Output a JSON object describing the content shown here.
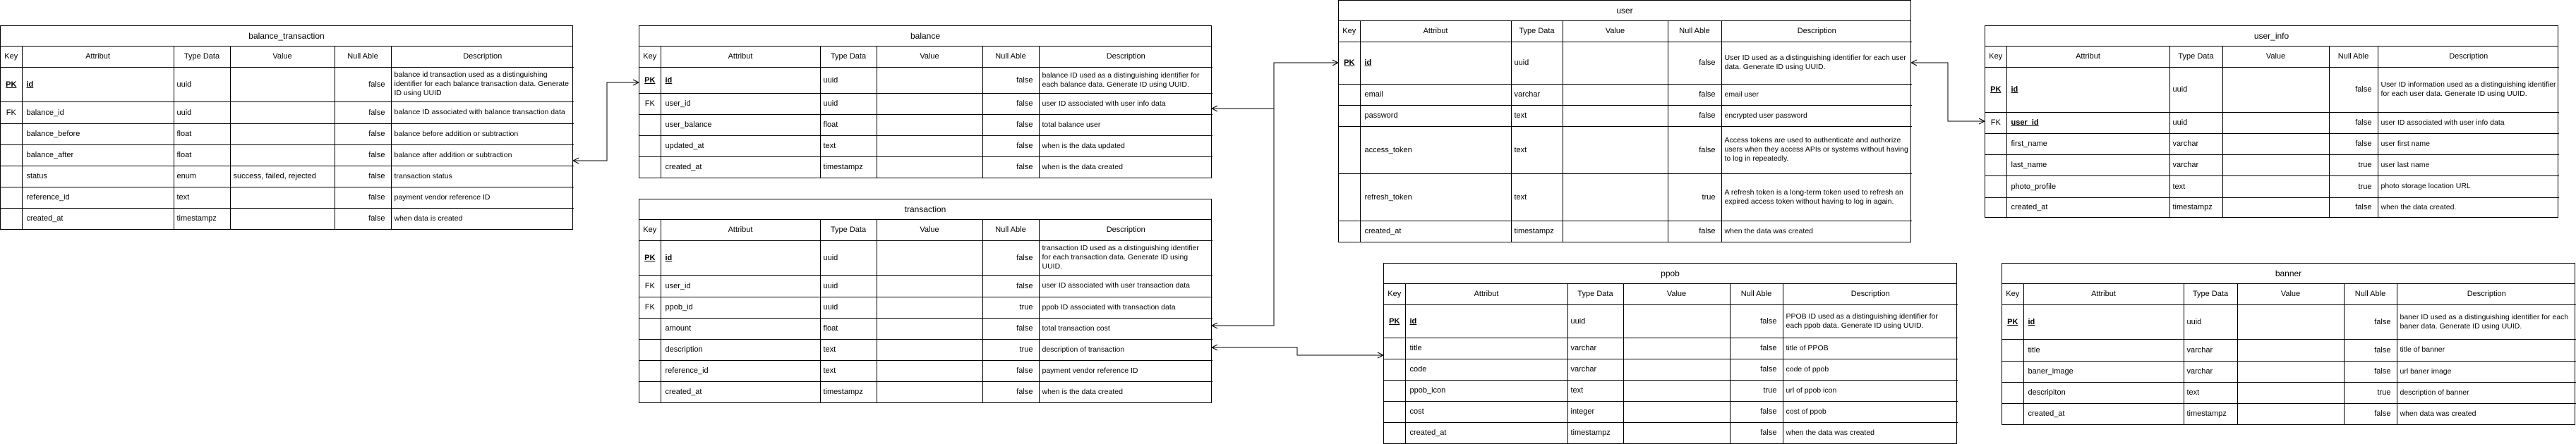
{
  "headers": [
    "Key",
    "Attribut",
    "Type Data",
    "Value",
    "Null Able",
    "Description"
  ],
  "tables": [
    {
      "id": "balance_transaction",
      "name": "balance_transaction",
      "rows": [
        {
          "key": "PK",
          "attr": "id",
          "type": "uuid",
          "value": "",
          "nullable": "false",
          "desc": "balance id transaction used as a distinguishing identifier for each balance transaction data. Generate ID using UUID"
        },
        {
          "key": "FK",
          "attr": "balance_id",
          "type": "uuid",
          "value": "",
          "nullable": "false",
          "desc": "balance ID associated with balance transaction data"
        },
        {
          "key": "",
          "attr": "balance_before",
          "type": "float",
          "value": "",
          "nullable": "false",
          "desc": "balance before addition or subtraction"
        },
        {
          "key": "",
          "attr": "balance_after",
          "type": "float",
          "value": "",
          "nullable": "false",
          "desc": "balance after addition or subtraction"
        },
        {
          "key": "",
          "attr": "status",
          "type": "enum",
          "value": "success, failed, rejected",
          "nullable": "false",
          "desc": "transaction status"
        },
        {
          "key": "",
          "attr": "reference_id",
          "type": "text",
          "value": "",
          "nullable": "false",
          "desc": "payment vendor reference ID"
        },
        {
          "key": "",
          "attr": "created_at",
          "type": "timestampz",
          "value": "",
          "nullable": "false",
          "desc": "when data is created"
        }
      ]
    },
    {
      "id": "balance",
      "name": "balance",
      "rows": [
        {
          "key": "PK",
          "attr": "id",
          "type": "uuid",
          "value": "",
          "nullable": "false",
          "desc": "balance ID used as a distinguishing identifier for each balance data. Generate ID using UUID."
        },
        {
          "key": "FK",
          "attr": "user_id",
          "type": "uuid",
          "value": "",
          "nullable": "false",
          "desc": "user ID associated with user info data"
        },
        {
          "key": "",
          "attr": "user_balance",
          "type": "float",
          "value": "",
          "nullable": "false",
          "desc": "total balance user"
        },
        {
          "key": "",
          "attr": "updated_at",
          "type": "text",
          "value": "",
          "nullable": "false",
          "desc": "when is the data updated"
        },
        {
          "key": "",
          "attr": "created_at",
          "type": "timestampz",
          "value": "",
          "nullable": "false",
          "desc": "when is the data created"
        }
      ]
    },
    {
      "id": "transaction",
      "name": "transaction",
      "rows": [
        {
          "key": "PK",
          "attr": "id",
          "type": "uuid",
          "value": "",
          "nullable": "false",
          "desc": "transaction ID used as a distinguishing identifier for each transaction data. Generate ID using UUID."
        },
        {
          "key": "FK",
          "attr": "user_id",
          "type": "uuid",
          "value": "",
          "nullable": "false",
          "desc": "user ID associated with user transaction data"
        },
        {
          "key": "FK",
          "attr": "ppob_id",
          "type": "uuid",
          "value": "",
          "nullable": "true",
          "desc": "ppob ID associated with transaction data"
        },
        {
          "key": "",
          "attr": "amount",
          "type": "float",
          "value": "",
          "nullable": "false",
          "desc": "total transaction cost"
        },
        {
          "key": "",
          "attr": "description",
          "type": "text",
          "value": "",
          "nullable": "true",
          "desc": "description of transaction"
        },
        {
          "key": "",
          "attr": "reference_id",
          "type": "text",
          "value": "",
          "nullable": "false",
          "desc": "payment vendor reference ID"
        },
        {
          "key": "",
          "attr": "created_at",
          "type": "timestampz",
          "value": "",
          "nullable": "false",
          "desc": "when is the data created"
        }
      ]
    },
    {
      "id": "user",
      "name": "user",
      "rows": [
        {
          "key": "PK",
          "attr": "id",
          "type": "uuid",
          "value": "",
          "nullable": "false",
          "desc": "User ID used as a distinguishing identifier for each user data. Generate ID using UUID."
        },
        {
          "key": "",
          "attr": "email",
          "type": "varchar",
          "value": "",
          "nullable": "false",
          "desc": "email user"
        },
        {
          "key": "",
          "attr": "password",
          "type": "text",
          "value": "",
          "nullable": "false",
          "desc": "encrypted user password"
        },
        {
          "key": "",
          "attr": "access_token",
          "type": "text",
          "value": "",
          "nullable": "false",
          "desc": "Access tokens are used to authenticate and authorize users when they access APIs or systems without having to log in repeatedly."
        },
        {
          "key": "",
          "attr": "refresh_token",
          "type": "text",
          "value": "",
          "nullable": "true",
          "desc": "A refresh token is a long-term token used to refresh an expired access token without having to log in again."
        },
        {
          "key": "",
          "attr": "created_at",
          "type": "timestampz",
          "value": "",
          "nullable": "false",
          "desc": "when the data was created"
        }
      ]
    },
    {
      "id": "user_info",
      "name": "user_info",
      "rows": [
        {
          "key": "PK",
          "attr": "id",
          "type": "uuid",
          "value": "",
          "nullable": "false",
          "desc": "User ID information used as a distinguishing identifier for each user data. Generate ID using UUID."
        },
        {
          "key": "FK",
          "attr": "user_id",
          "type": "uuid",
          "value": "",
          "nullable": "false",
          "desc": "user ID associated with user info data"
        },
        {
          "key": "",
          "attr": "first_name",
          "type": "varchar",
          "value": "",
          "nullable": "false",
          "desc": "user first name"
        },
        {
          "key": "",
          "attr": "last_name",
          "type": "varchar",
          "value": "",
          "nullable": "true",
          "desc": "user last name"
        },
        {
          "key": "",
          "attr": "photo_profile",
          "type": "text",
          "value": "",
          "nullable": "true",
          "desc": "photo storage location URL"
        },
        {
          "key": "",
          "attr": "created_at",
          "type": "timestampz",
          "value": "",
          "nullable": "false",
          "desc": "when the data created."
        }
      ]
    },
    {
      "id": "ppob",
      "name": "ppob",
      "rows": [
        {
          "key": "PK",
          "attr": "id",
          "type": "uuid",
          "value": "",
          "nullable": "false",
          "desc": "PPOB ID used as a distinguishing identifier for each ppob data. Generate ID using UUID."
        },
        {
          "key": "",
          "attr": "title",
          "type": "varchar",
          "value": "",
          "nullable": "false",
          "desc": "title of PPOB"
        },
        {
          "key": "",
          "attr": "code",
          "type": "varchar",
          "value": "",
          "nullable": "false",
          "desc": "code of ppob"
        },
        {
          "key": "",
          "attr": "ppob_icon",
          "type": "text",
          "value": "",
          "nullable": "true",
          "desc": "url of ppob icon"
        },
        {
          "key": "",
          "attr": "cost",
          "type": "integer",
          "value": "",
          "nullable": "false",
          "desc": "cost of ppob"
        },
        {
          "key": "",
          "attr": "created_at",
          "type": "timestampz",
          "value": "",
          "nullable": "false",
          "desc": "when the data was created"
        }
      ]
    },
    {
      "id": "banner",
      "name": "banner",
      "rows": [
        {
          "key": "PK",
          "attr": "id",
          "type": "uuid",
          "value": "",
          "nullable": "false",
          "desc": "baner ID used as a distinguishing identifier for each baner data. Generate ID using UUID."
        },
        {
          "key": "",
          "attr": "title",
          "type": "varchar",
          "value": "",
          "nullable": "false",
          "desc": "title of banner"
        },
        {
          "key": "",
          "attr": "baner_image",
          "type": "varchar",
          "value": "",
          "nullable": "false",
          "desc": "url baner image"
        },
        {
          "key": "",
          "attr": "descripiton",
          "type": "text",
          "value": "",
          "nullable": "true",
          "desc": "description of banner"
        },
        {
          "key": "",
          "attr": "created_at",
          "type": "timestampz",
          "value": "",
          "nullable": "false",
          "desc": "when data was created"
        }
      ]
    }
  ]
}
